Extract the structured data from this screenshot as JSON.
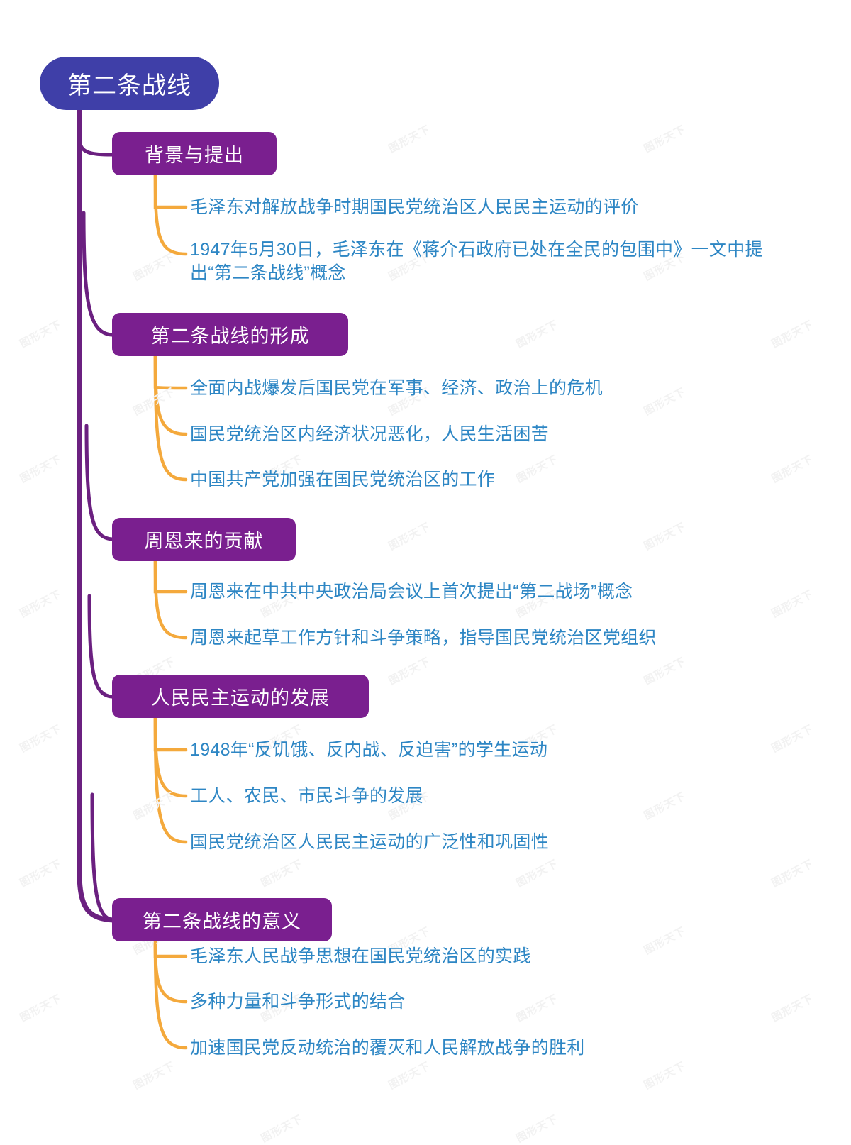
{
  "meta": {
    "watermark_text": "图形天下",
    "colors": {
      "root_fill": "#3f3fa8",
      "topic_fill": "#7a1f8f",
      "leaf_text": "#2d86c4",
      "trunk_stroke": "#6b2080",
      "leaf_connector": "#f4a93c",
      "background": "#ffffff",
      "node_text": "#ffffff",
      "watermark": "#f2f2f2"
    }
  },
  "mindmap": {
    "root": {
      "label": "第二条战线"
    },
    "branches": [
      {
        "label": "背景与提出",
        "leaves": [
          {
            "text": "毛泽东对解放战争时期国民党统治区人民民主运动的评价"
          },
          {
            "text": "1947年5月30日，毛泽东在《蒋介石政府已处在全民的包围中》一文中提出“第二条战线”概念"
          }
        ]
      },
      {
        "label": "第二条战线的形成",
        "leaves": [
          {
            "text": "全面内战爆发后国民党在军事、经济、政治上的危机"
          },
          {
            "text": "国民党统治区内经济状况恶化，人民生活困苦"
          },
          {
            "text": "中国共产党加强在国民党统治区的工作"
          }
        ]
      },
      {
        "label": "周恩来的贡献",
        "leaves": [
          {
            "text": "周恩来在中共中央政治局会议上首次提出“第二战场”概念"
          },
          {
            "text": "周恩来起草工作方针和斗争策略，指导国民党统治区党组织"
          }
        ]
      },
      {
        "label": "人民民主运动的发展",
        "leaves": [
          {
            "text": "1948年“反饥饿、反内战、反迫害”的学生运动"
          },
          {
            "text": "工人、农民、市民斗争的发展"
          },
          {
            "text": "国民党统治区人民民主运动的广泛性和巩固性"
          }
        ]
      },
      {
        "label": "第二条战线的意义",
        "leaves": [
          {
            "text": "毛泽东人民战争思想在国民党统治区的实践"
          },
          {
            "text": "多种力量和斗争形式的结合"
          },
          {
            "text": "加速国民党反动统治的覆灭和人民解放战争的胜利"
          }
        ]
      }
    ]
  }
}
